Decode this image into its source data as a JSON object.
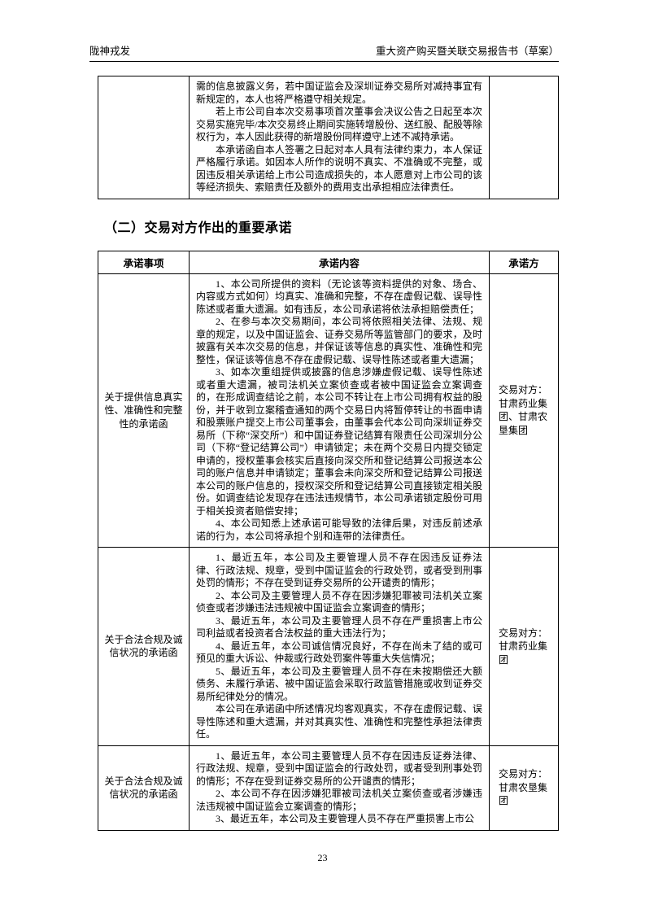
{
  "header": {
    "left": "陇神戎发",
    "right": "重大资产购买暨关联交易报告书（草案）"
  },
  "continued_table": {
    "paragraphs": [
      "需的信息披露义务，若中国证监会及深圳证券交易所对减持事宜有新规定的，本人也将严格遵守相关规定。",
      "若上市公司自本次交易事项首次董事会决议公告之日起至本次交易实施完毕/本次交易终止期间实施转增股份、送红股、配股等除权行为，本人因此获得的新增股份同样遵守上述不减持承诺。",
      "本承诺函自本人签署之日起对本人具有法律约束力，本人保证严格履行承诺。如因本人所作的说明不真实、不准确或不完整，或因违反相关承诺给上市公司造成损失的，本人愿意对上市公司的该等经济损失、索赔责任及额外的费用支出承担相应法律责任。"
    ]
  },
  "section": {
    "heading": "（二）交易对方作出的重要承诺"
  },
  "main_table": {
    "headers": [
      "承诺事项",
      "承诺内容",
      "承诺方"
    ],
    "rows": [
      {
        "item": "关于提供信息真实性、准确性和完整性的承诺函",
        "party": "交易对方：甘肃药业集团、甘肃农垦集团",
        "paragraphs": [
          "1、本公司所提供的资料（无论该等资料提供的对象、场合、内容或方式如何）均真实、准确和完整，不存在虚假记载、误导性陈述或者重大遗漏。如有违反，本公司承诺将依法承担赔偿责任；",
          "2、在参与本次交易期间，本公司将依照相关法律、法规、规章的规定，以及中国证监会、证券交易所等监管部门的要求，及时披露有关本次交易的信息，并保证该等信息的真实性、准确性和完整性，保证该等信息不存在虚假记载、误导性陈述或者重大遗漏；",
          "3、如本次重组提供或披露的信息涉嫌虚假记载、误导性陈述或者重大遗漏，被司法机关立案侦查或者被中国证监会立案调查的，在形成调查结论之前，本公司不转让在上市公司拥有权益的股份，并于收到立案稽查通知的两个交易日内将暂停转让的书面申请和股票账户提交上市公司董事会，由董事会代本公司向深圳证券交易所（下称“深交所”）和中国证券登记结算有限责任公司深圳分公司（下称“登记结算公司”）申请锁定；未在两个交易日内提交锁定申请的，授权董事会核实后直接向深交所和登记结算公司报送本公司的账户信息并申请锁定；董事会未向深交所和登记结算公司报送本公司的账户信息的，授权深交所和登记结算公司直接锁定相关股份。如调查结论发现存在违法违规情节，本公司承诺锁定股份可用于相关投资者赔偿安排；",
          "4、本公司知悉上述承诺可能导致的法律后果，对违反前述承诺的行为，本公司将承担个别和连带的法律责任。"
        ]
      },
      {
        "item": "关于合法合规及诚信状况的承诺函",
        "party": "交易对方：甘肃药业集团",
        "paragraphs": [
          "1、最近五年，本公司及主要管理人员不存在因违反证券法律、行政法规、规章，受到中国证监会的行政处罚，或者受到刑事处罚的情形；不存在受到证券交易所的公开谴责的情形；",
          "2、本公司及主要管理人员不存在因涉嫌犯罪被司法机关立案侦查或者涉嫌违法违规被中国证监会立案调查的情形；",
          "3、最近五年，本公司及主要管理人员不存在严重损害上市公司利益或者投资者合法权益的重大违法行为；",
          "4、最近五年，本公司诚信情况良好，不存在尚未了结的或可预见的重大诉讼、仲裁或行政处罚案件等重大失信情况；",
          "5、最近五年，本公司及主要管理人员不存在未按期偿还大额债务、未履行承诺、被中国证监会采取行政监管措施或收到证券交易所纪律处分的情况。",
          "本公司在承诺函中所述情况均客观真实，不存在虚假记载、误导性陈述和重大遗漏，并对其真实性、准确性和完整性承担法律责任。"
        ]
      },
      {
        "item": "关于合法合规及诚信状况的承诺函",
        "party": "交易对方：甘肃农垦集团",
        "paragraphs": [
          "1、最近五年，本公司主要管理人员不存在因违反证券法律、行政法规、规章，受到中国证监会的行政处罚，或者受到刑事处罚的情形；不存在受到证券交易所的公开谴责的情形；",
          "2、本公司不存在因涉嫌犯罪被司法机关立案侦查或者涉嫌违法违规被中国证监会立案调查的情形；",
          "3、最近五年，本公司及主要管理人员不存在严重损害上市公"
        ]
      }
    ]
  },
  "footer": {
    "page_number": "23"
  }
}
